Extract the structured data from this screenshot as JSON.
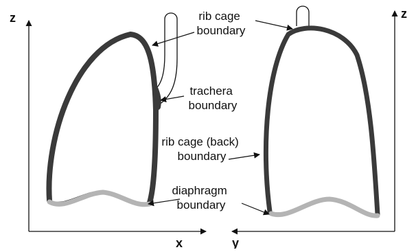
{
  "axes": {
    "left_vertical": "z",
    "left_horizontal": "x",
    "right_horizontal": "y",
    "right_vertical": "z"
  },
  "labels": {
    "rib_cage": [
      "rib cage",
      "boundary"
    ],
    "trachea": [
      "trachera",
      "boundary"
    ],
    "rib_cage_back": [
      "rib cage (back)",
      "boundary"
    ],
    "diaphragm": [
      "diaphragm",
      "boundary"
    ]
  },
  "colors": {
    "rib_cage_boundary": "#3a3a3a",
    "diaphragm_boundary": "#b4b4b4",
    "outline": "#111111"
  }
}
